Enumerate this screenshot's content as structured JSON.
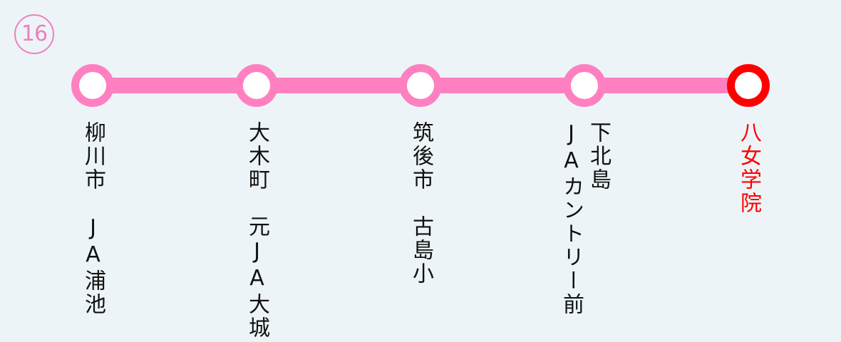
{
  "route_number": "16",
  "colors": {
    "line": "#ff80c0",
    "terminal": "#ff0000",
    "background": "#edf4f7",
    "text": "#111111"
  },
  "stations": [
    {
      "name": "柳川市　JA浦池"
    },
    {
      "name": "大木町　元JA大城"
    },
    {
      "name": "筑後市　古島小"
    },
    {
      "name_lines": [
        "下北島",
        "JAカントリー前"
      ]
    },
    {
      "name": "八女学院",
      "terminal": true
    }
  ]
}
